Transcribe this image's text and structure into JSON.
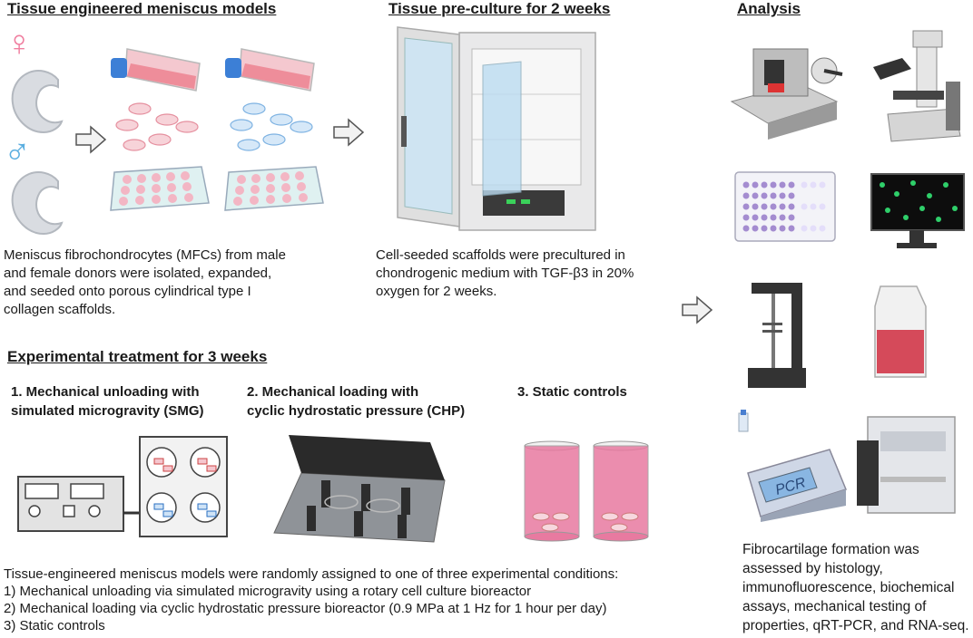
{
  "sections": {
    "models": {
      "title": "Tissue engineered meniscus models",
      "description_lines": [
        "Meniscus fibrochondrocytes (MFCs) from male",
        "and female donors were isolated, expanded,",
        "and seeded onto porous cylindrical type I",
        "collagen scaffolds."
      ]
    },
    "preculture": {
      "title": "Tissue pre-culture for 2 weeks",
      "description_lines": [
        "Cell-seeded scaffolds were precultured in",
        "chondrogenic medium with TGF-β3 in 20%",
        "oxygen for 2 weeks."
      ]
    },
    "analysis": {
      "title": "Analysis",
      "pcr_label": "PCR",
      "description_lines": [
        "Fibrocartilage formation was",
        "assessed by histology,",
        "immunofluorescence, biochemical",
        "assays, mechanical testing of",
        "properties, qRT-PCR, and RNA-seq."
      ]
    },
    "treatment": {
      "title": "Experimental treatment for 3 weeks",
      "conditions": [
        {
          "lines": [
            "1. Mechanical unloading with",
            "simulated microgravity (SMG)"
          ]
        },
        {
          "lines": [
            "2. Mechanical loading with",
            "cyclic hydrostatic pressure (CHP)"
          ]
        },
        {
          "lines": [
            "3. Static controls"
          ]
        }
      ],
      "summary_lines": [
        "Tissue-engineered meniscus models were randomly assigned to one of three experimental conditions:",
        "1) Mechanical unloading via simulated microgravity using a rotary cell culture bioreactor",
        "2) Mechanical loading via cyclic hydrostatic pressure bioreactor (0.9 MPa at 1 Hz for 1 hour per day)",
        "3) Static controls"
      ]
    }
  },
  "icons": {
    "female": "♀",
    "male": "♂"
  },
  "colors": {
    "female": "#f07fa0",
    "male": "#5aaee0",
    "pink_medium": "#f2a3b3",
    "blue_cap": "#3c7fd6",
    "incubator": "#e8e8e8",
    "dark": "#333333"
  }
}
